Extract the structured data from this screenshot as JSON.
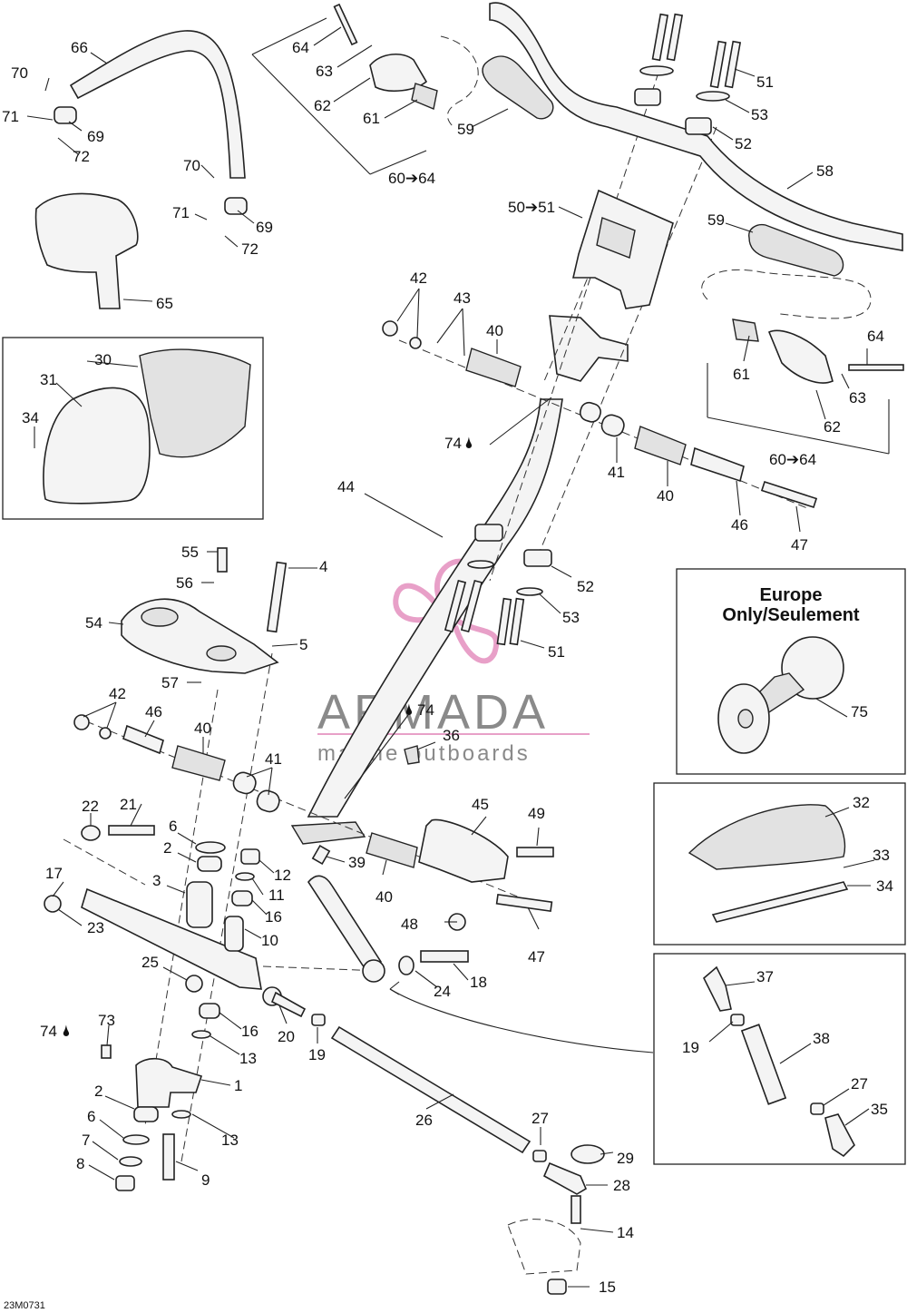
{
  "diagram_code": "23M0731",
  "inset_europe": {
    "title_line1": "Europe",
    "title_line2": "Only/Seulement"
  },
  "watermark": {
    "brand": "ARMADA",
    "tagline": "marine outboards",
    "color": "#e8a0c8"
  },
  "drop_symbol": "🌢",
  "labels": {
    "l1": "1",
    "l2a": "2",
    "l2b": "2",
    "l3": "3",
    "l4": "4",
    "l5": "5",
    "l6a": "6",
    "l6b": "6",
    "l7": "7",
    "l8": "8",
    "l9": "9",
    "l10": "10",
    "l11": "11",
    "l12": "12",
    "l13a": "13",
    "l13b": "13",
    "l14": "14",
    "l15": "15",
    "l16a": "16",
    "l16b": "16",
    "l17": "17",
    "l18": "18",
    "l19a": "19",
    "l19b": "19",
    "l20": "20",
    "l21": "21",
    "l22": "22",
    "l23": "23",
    "l24": "24",
    "l25": "25",
    "l26": "26",
    "l27a": "27",
    "l27b": "27",
    "l28": "28",
    "l29": "29",
    "l30": "30",
    "l31": "31",
    "l32": "32",
    "l33": "33",
    "l34a": "34",
    "l34b": "34",
    "l35": "35",
    "l36": "36",
    "l37": "37",
    "l38": "38",
    "l39": "39",
    "l40a": "40",
    "l40b": "40",
    "l40c": "40",
    "l40d": "40",
    "l41a": "41",
    "l41b": "41",
    "l42a": "42",
    "l42b": "42",
    "l43": "43",
    "l44": "44",
    "l45": "45",
    "l46a": "46",
    "l46b": "46",
    "l47a": "47",
    "l47b": "47",
    "l48": "48",
    "l49": "49",
    "l50": "50➔51",
    "l51a": "51",
    "l51b": "51",
    "l52a": "52",
    "l52b": "52",
    "l53a": "53",
    "l53b": "53",
    "l54": "54",
    "l55": "55",
    "l56": "56",
    "l57": "57",
    "l58": "58",
    "l59a": "59",
    "l59b": "59",
    "l60a": "60➔64",
    "l60b": "60➔64",
    "l61a": "61",
    "l61b": "61",
    "l62a": "62",
    "l62b": "62",
    "l63a": "63",
    "l63b": "63",
    "l64a": "64",
    "l64b": "64",
    "l65": "65",
    "l66": "66",
    "l69a": "69",
    "l69b": "69",
    "l70a": "70",
    "l70b": "70",
    "l71a": "71",
    "l71b": "71",
    "l72a": "72",
    "l72b": "72",
    "l73": "73",
    "l74a": "74",
    "l74b": "74",
    "l74c": "74",
    "l75": "75"
  }
}
